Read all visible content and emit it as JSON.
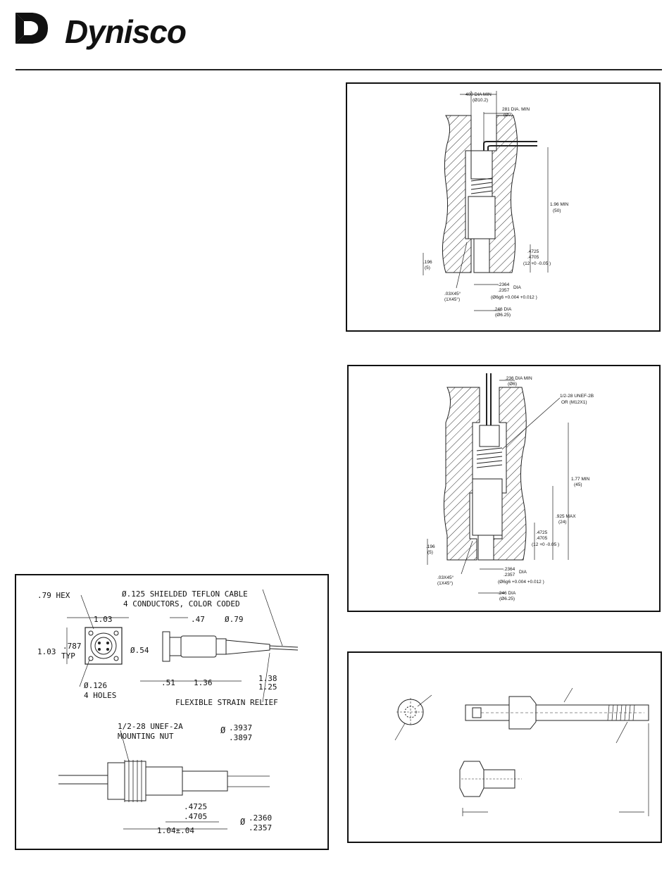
{
  "brand": {
    "name": "Dynisco"
  },
  "panel_top": {
    "dim_outer": "400 DIA MIN",
    "dim_outer_mm": "(Ø10.2)",
    "dim_inner": "281 DIA. MIN",
    "dim_inner_mm": "(Ø7)",
    "depth": "1.96 MIN",
    "depth_mm": "(50)",
    "shoulder_a": ".4725",
    "shoulder_b": ".4705",
    "shoulder_mm": "(12 +0 -0.05 )",
    "step": ".196",
    "step_mm": "(5)",
    "chamfer": ".03X45°",
    "chamfer_mm": "(1X45°)",
    "bore_a": ".2364",
    "bore_b": ".2357",
    "bore_dia": "DIA",
    "bore_mm": "(Ø6g6 +0.004 +0.012 )",
    "tip": ".246 DIA",
    "tip_mm": "(Ø6.25)"
  },
  "panel_mid": {
    "dim_top": ".236 DIA MIN",
    "dim_top_mm": "(Ø6)",
    "thread": "1/2-28 UNEF-2B",
    "thread_alt": "OR (M12X1)",
    "depth": "1.77 MIN",
    "depth_mm": "(45)",
    "max": ".925 MAX",
    "max_mm": "(24)",
    "shoulder_a": ".4725",
    "shoulder_b": ".4705",
    "shoulder_mm": "(12 +0 -0.05 )",
    "step": ".196",
    "step_mm": "(5)",
    "chamfer": ".03X45°",
    "chamfer_mm": "(1X45°)",
    "bore_a": ".2364",
    "bore_b": ".2357",
    "bore_dia": "DIA",
    "bore_mm": "(Ø6g6 +0.004 +0.012 )",
    "tip": ".246 DIA",
    "tip_mm": "(Ø6.25)"
  },
  "panel_left": {
    "hex": ".79 HEX",
    "cable_1": "Ø.125 SHIELDED TEFLON CABLE",
    "cable_2": "4 CONDUCTORS, COLOR CODED",
    "w1": "1.03",
    "h1": "1.03",
    "typ_1": ".787",
    "typ_2": "TYP",
    "d47": ".47",
    "d79": "Ø.79",
    "d54": "Ø.54",
    "holes_1": "Ø.126",
    "holes_2": "4 HOLES",
    "d51": ".51",
    "d136": "1.36",
    "d138": "1.38",
    "d125": "1.25",
    "relief": "FLEXIBLE STRAIN RELIEF",
    "nut_1": "1/2-28 UNEF-2A",
    "nut_2": "MOUNTING NUT",
    "od_sym": "Ø",
    "od_a": ".3937",
    "od_b": ".3897",
    "sh_a": ".4725",
    "sh_b": ".4705",
    "len": "1.04±.04",
    "tip_sym": "Ø",
    "tip_a": ".2360",
    "tip_b": ".2357"
  }
}
